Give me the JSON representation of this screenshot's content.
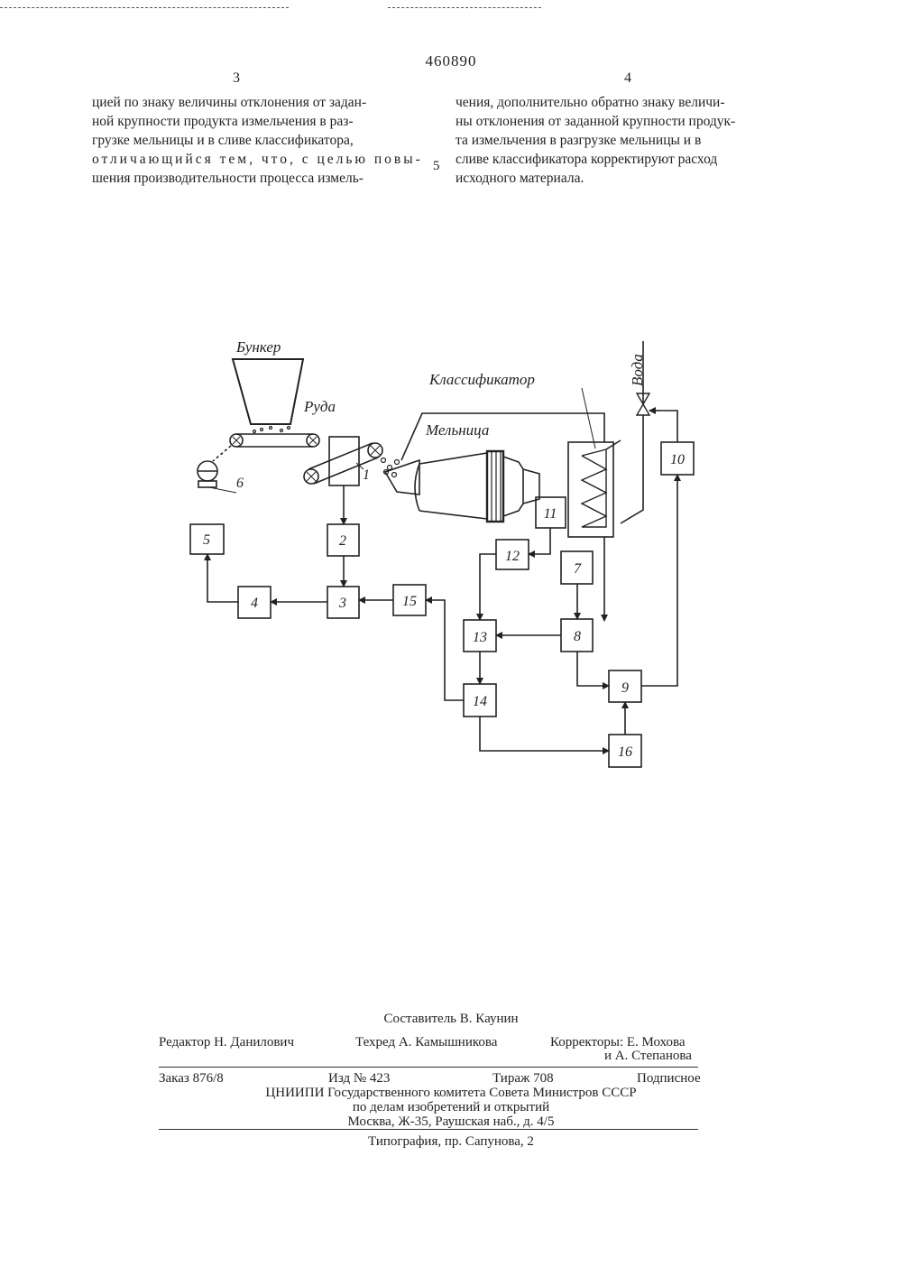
{
  "patent_number": "460890",
  "page_left": "3",
  "page_right": "4",
  "line_number": "5",
  "left_column": [
    "цией по знаку величины отклонения от задан-",
    "ной крупности продукта измельчения в раз-",
    "грузке мельницы и в сливе классификатора,",
    "отличающийся тем, что, с целью повы-",
    "шения производительности процесса измель-"
  ],
  "right_column": [
    "чения, дополнительно обратно знаку величи-",
    "ны отклонения от заданной крупности продук-",
    "та измельчения в разгрузке мельницы и в",
    "сливе классификатора корректируют расход",
    "исходного материала."
  ],
  "diagram": {
    "bunker": "Бункер",
    "ore": "Руда",
    "classifier": "Классификатор",
    "mill": "Мельница",
    "water": "Вода",
    "blocks": {
      "b1": "1",
      "b2": "2",
      "b3": "3",
      "b4": "4",
      "b5": "5",
      "b6": "6",
      "b7": "7",
      "b8": "8",
      "b9": "9",
      "b10": "10",
      "b11": "11",
      "b12": "12",
      "b13": "13",
      "b14": "14",
      "b15": "15",
      "b16": "16"
    }
  },
  "footer": {
    "compiler": "Составитель В. Каунин",
    "editor": "Редактор Н. Данилович",
    "techred": "Техред А. Камышникова",
    "correctors_1": "Корректоры: Е. Мохова",
    "correctors_2": "и А. Степанова",
    "order": "Заказ 876/8",
    "izd": "Изд № 423",
    "tirazh": "Тираж 708",
    "podpisnoe": "Подписное",
    "org_1": "ЦНИИПИ Государственного комитета Совета Министров СССР",
    "org_2": "по делам изобретений и открытий",
    "org_3": "Москва, Ж-35, Раушская наб., д. 4/5",
    "printer": "Типография, пр. Сапунова, 2"
  }
}
